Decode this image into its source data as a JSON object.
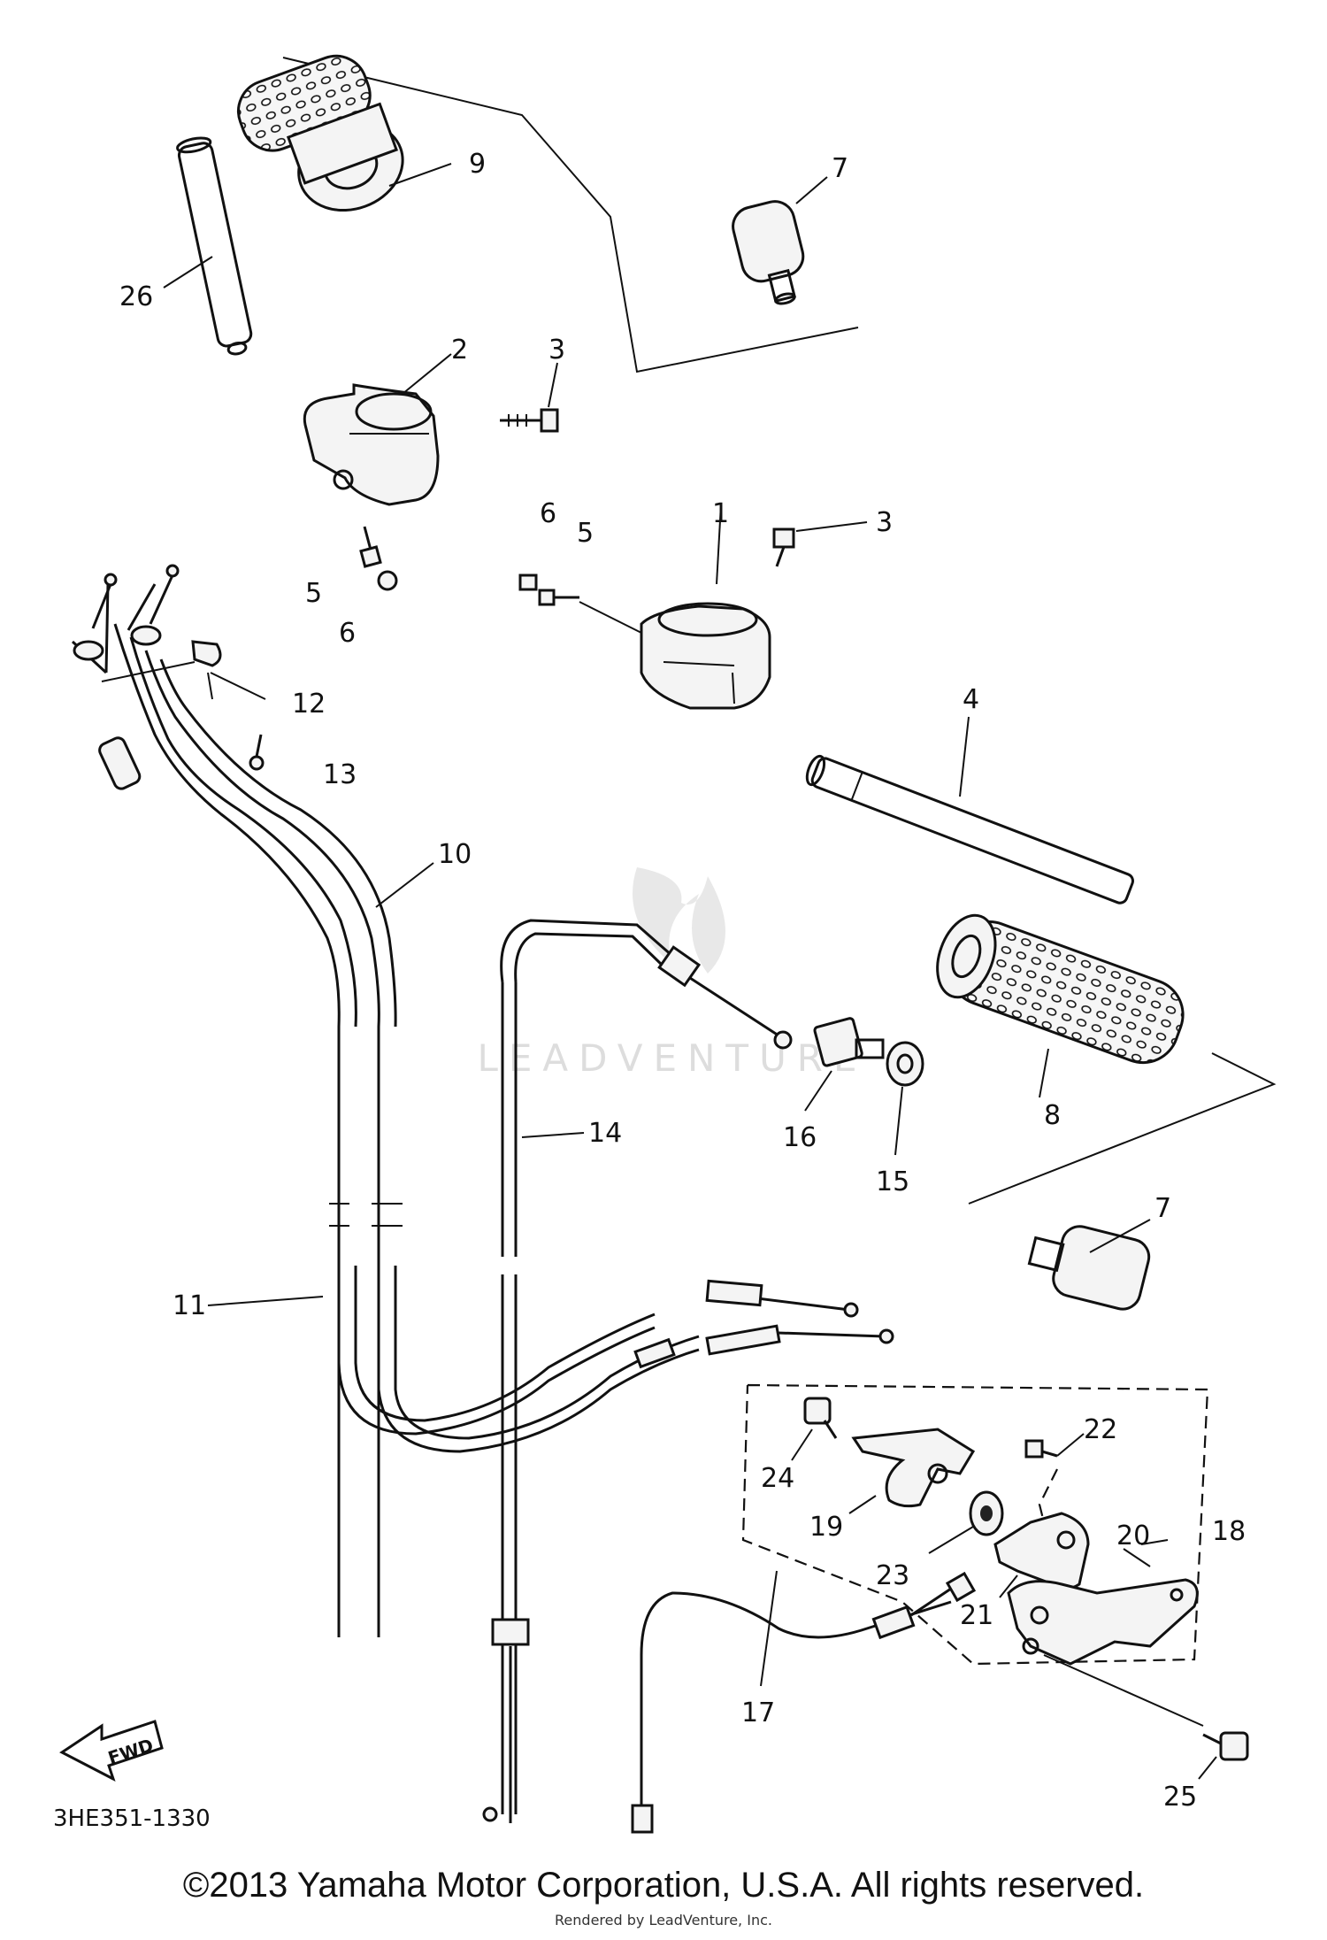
{
  "diagram": {
    "labels": {
      "p1": "1",
      "p2": "2",
      "p3a": "3",
      "p3b": "3",
      "p4": "4",
      "p5a": "5",
      "p5b": "5",
      "p6a": "6",
      "p6b": "6",
      "p7a": "7",
      "p7b": "7",
      "p8": "8",
      "p9": "9",
      "p10": "10",
      "p11": "11",
      "p12": "12",
      "p13": "13",
      "p14": "14",
      "p15": "15",
      "p16": "16",
      "p17": "17",
      "p18": "18",
      "p19": "19",
      "p20": "20",
      "p21": "21",
      "p22": "22",
      "p23": "23",
      "p24": "24",
      "p25": "25",
      "p26": "26"
    },
    "fwd_label": "FWD",
    "drawing_code": "3HE351-1330",
    "watermark": "LEADVENTURE"
  },
  "footer": {
    "copyright": "©2013 Yamaha Motor Corporation, U.S.A. All rights reserved.",
    "rendered_by": "Rendered by LeadVenture, Inc."
  }
}
